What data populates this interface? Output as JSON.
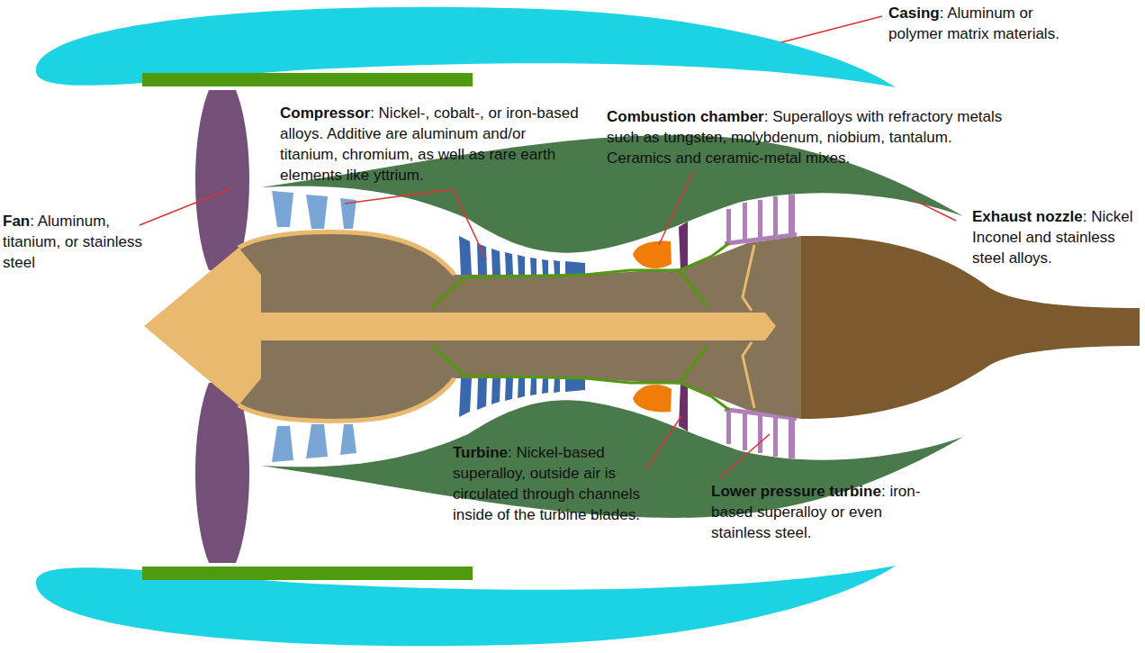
{
  "diagram": {
    "labels": [
      "Casing",
      ": Aluminum or polymer matrix materials.",
      "Compressor",
      ": Nickel-, cobalt-, or iron-based alloys. Additive are aluminum and/or titanium, chromium, as well as rare earth elements like yttrium.",
      "Combustion chamber",
      ": Superalloys with refractory metals such as tungsten, molybdenum, niobium, tantalum. Ceramics and ceramic-metal mixes.",
      "Fan",
      ": Aluminum, titanium, or stainless steel",
      "Exhaust nozzle",
      ": Nickel Inconel and stainless steel alloys.",
      "Turbine",
      ": Nickel-based superalloy, outside air is circulated through channels inside of the turbine blades.",
      "Lower pressure turbine",
      ": iron-based superalloy or even stainless steel."
    ]
  }
}
